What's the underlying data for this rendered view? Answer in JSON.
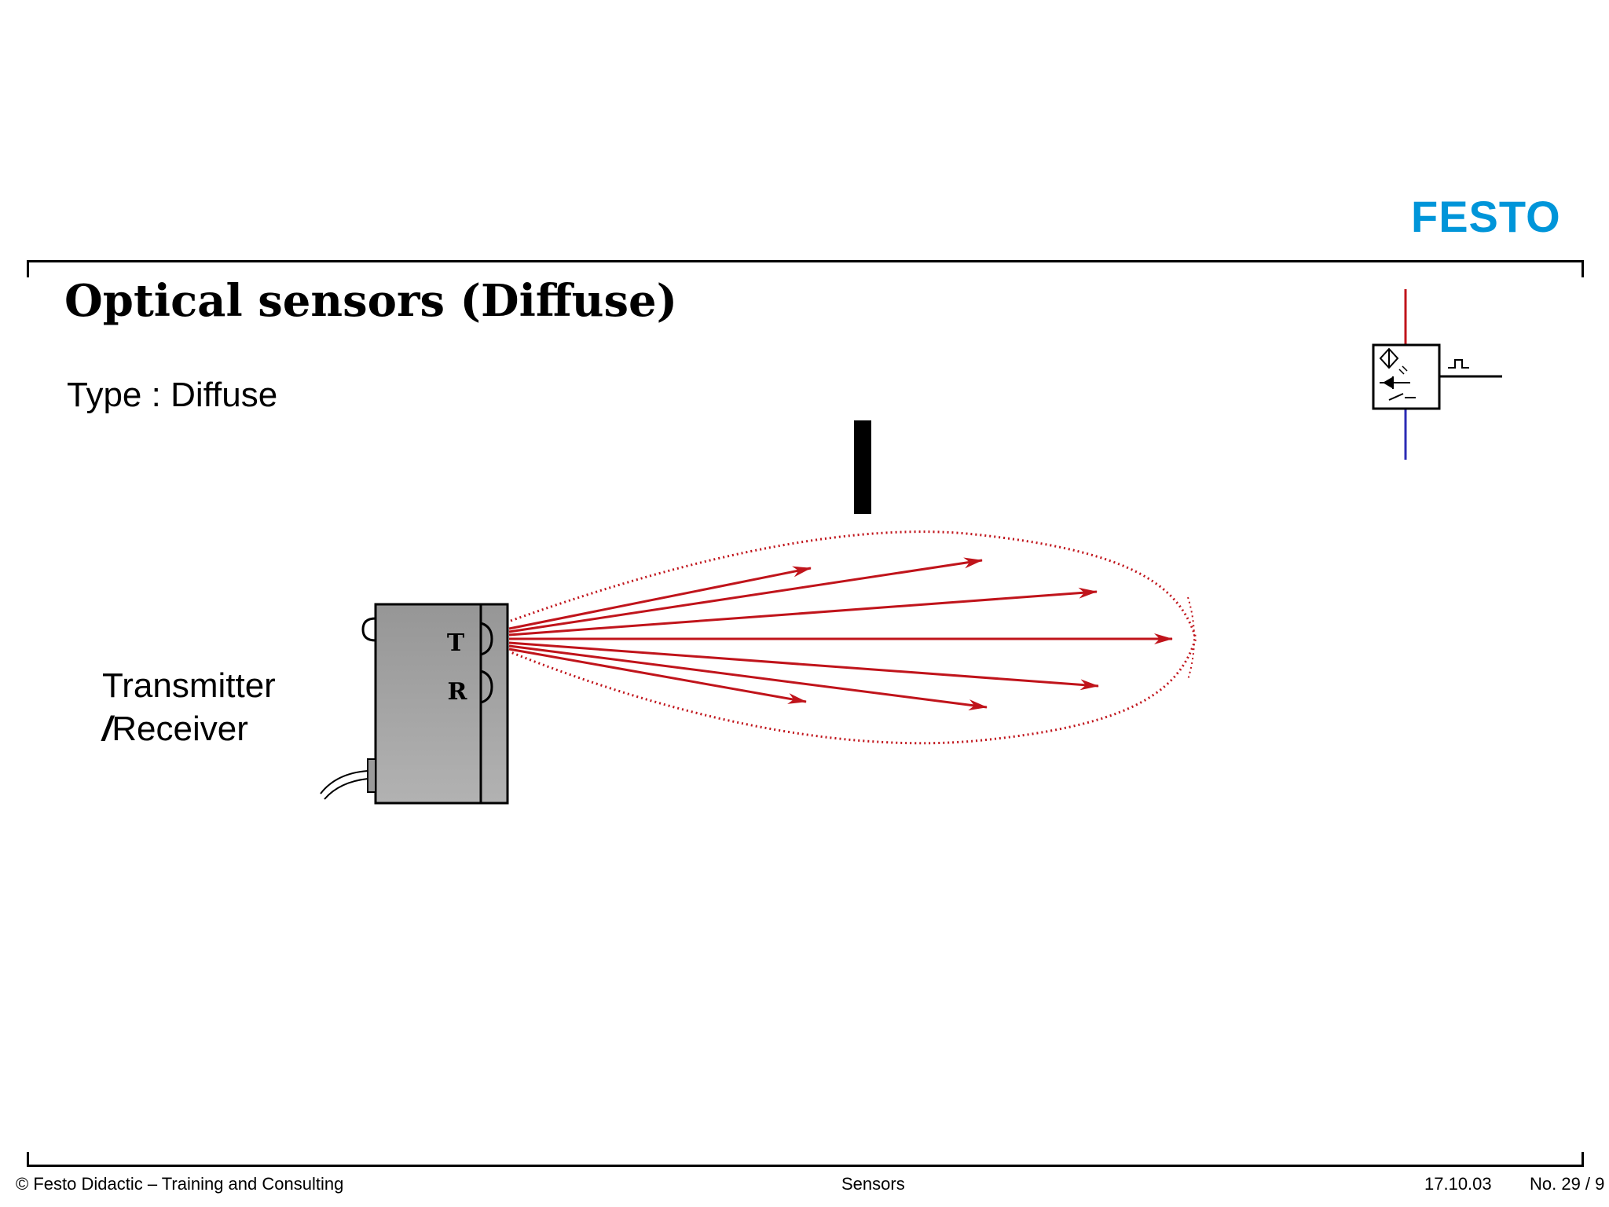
{
  "slide": {
    "logo": "FESTO",
    "title": "Optical sensors (Diffuse)",
    "subtitle": "Type : Diffuse"
  },
  "diagram": {
    "device_label_line1": "Transmitter",
    "device_label_slash": "/",
    "device_label_line2": "Receiver",
    "transmitter_letter": "T",
    "receiver_letter": "R"
  },
  "footer": {
    "copyright": "© Festo Didactic – Training and Consulting",
    "topic": "Sensors",
    "date": "17.10.03",
    "page": "No. 29 / 9"
  },
  "colors": {
    "brand": "#0095d9",
    "beam": "#c0141b",
    "sensor_body": "#a3a3a3"
  },
  "icons": [
    "diffuse-sensor-symbol-icon"
  ]
}
